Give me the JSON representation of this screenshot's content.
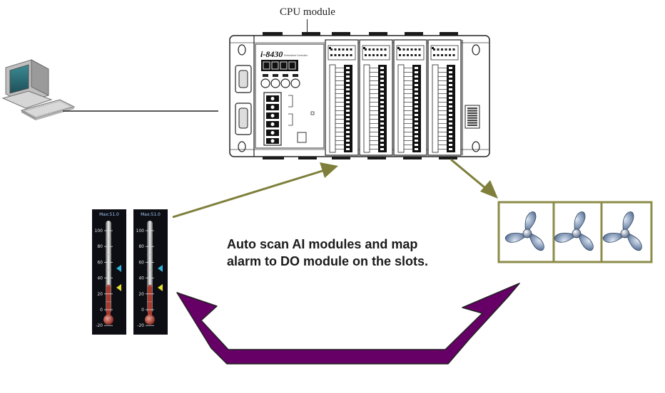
{
  "diagram": {
    "cpu_label": "CPU module",
    "controller_model": "i-8430",
    "caption_line1": "Auto scan AI modules and map",
    "caption_line2": "alarm to DO module on the slots.",
    "thermometers": [
      {
        "max_label": "Max:51.0",
        "ticks": [
          "100",
          "80",
          "60",
          "40",
          "20",
          "0",
          "-20"
        ]
      },
      {
        "max_label": "Max:51.0",
        "ticks": [
          "100",
          "80",
          "60",
          "40",
          "20",
          "0",
          "-20"
        ]
      }
    ],
    "fans": [
      {
        "icon": "fan-icon"
      },
      {
        "icon": "fan-icon"
      },
      {
        "icon": "fan-icon"
      }
    ],
    "colors": {
      "olive_arrow": "#7f7f3b",
      "purple_arrow": "#660066",
      "fan_frame": "#8c8c4a",
      "thermo_bg": "#0d0d14",
      "mercury": "#a83a2e",
      "cyan_marker": "#2fb5d8",
      "yellow_marker": "#e5e030"
    }
  }
}
